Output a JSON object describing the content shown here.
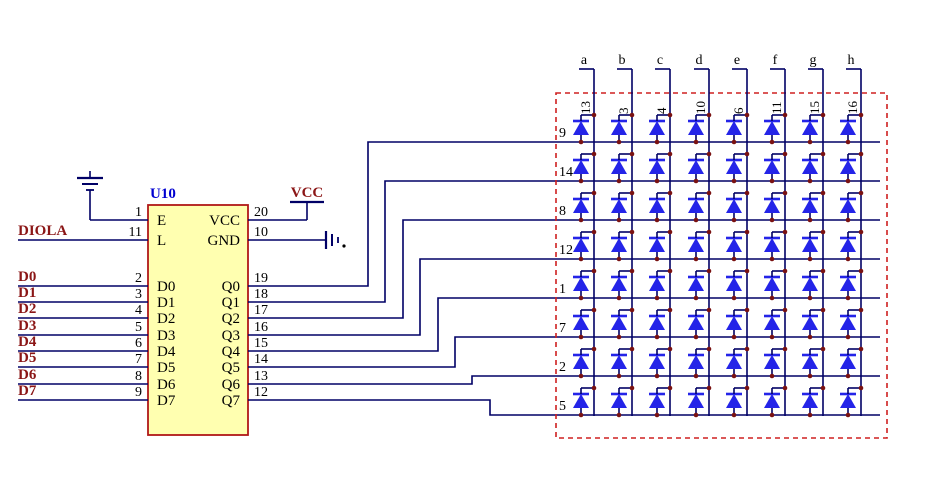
{
  "colors": {
    "wire": "#000066",
    "ic_fill": "#ffffb0",
    "ic_border": "#b01818",
    "label": "#8b1616",
    "ref": "#0000d0",
    "led": "#2424e8",
    "dot": "#7a1212",
    "dash": "#cf2020",
    "pin_text": "#000000"
  },
  "ic": {
    "ref": "U10",
    "left_pins": [
      {
        "num": "1",
        "name": "E",
        "signal": ""
      },
      {
        "num": "11",
        "name": "L",
        "signal": "DIOLA"
      },
      {
        "num": "2",
        "name": "D0",
        "signal": "D0"
      },
      {
        "num": "3",
        "name": "D1",
        "signal": "D1"
      },
      {
        "num": "4",
        "name": "D2",
        "signal": "D2"
      },
      {
        "num": "5",
        "name": "D3",
        "signal": "D3"
      },
      {
        "num": "6",
        "name": "D4",
        "signal": "D4"
      },
      {
        "num": "7",
        "name": "D5",
        "signal": "D5"
      },
      {
        "num": "8",
        "name": "D6",
        "signal": "D6"
      },
      {
        "num": "9",
        "name": "D7",
        "signal": "D7"
      }
    ],
    "right_pins": [
      {
        "num": "20",
        "name": "VCC"
      },
      {
        "num": "10",
        "name": "GND"
      },
      {
        "num": "19",
        "name": "Q0"
      },
      {
        "num": "18",
        "name": "Q1"
      },
      {
        "num": "17",
        "name": "Q2"
      },
      {
        "num": "16",
        "name": "Q3"
      },
      {
        "num": "15",
        "name": "Q4"
      },
      {
        "num": "14",
        "name": "Q5"
      },
      {
        "num": "13",
        "name": "Q6"
      },
      {
        "num": "12",
        "name": "Q7"
      }
    ]
  },
  "power": {
    "vcc": "VCC"
  },
  "matrix": {
    "rows": 8,
    "cols": 8,
    "col_labels": [
      "a",
      "b",
      "c",
      "d",
      "e",
      "f",
      "g",
      "h"
    ],
    "col_pins": [
      "13",
      "3",
      "4",
      "10",
      "6",
      "11",
      "15",
      "16"
    ],
    "row_pins": [
      "9",
      "14",
      "8",
      "12",
      "1",
      "7",
      "2",
      "5"
    ]
  }
}
